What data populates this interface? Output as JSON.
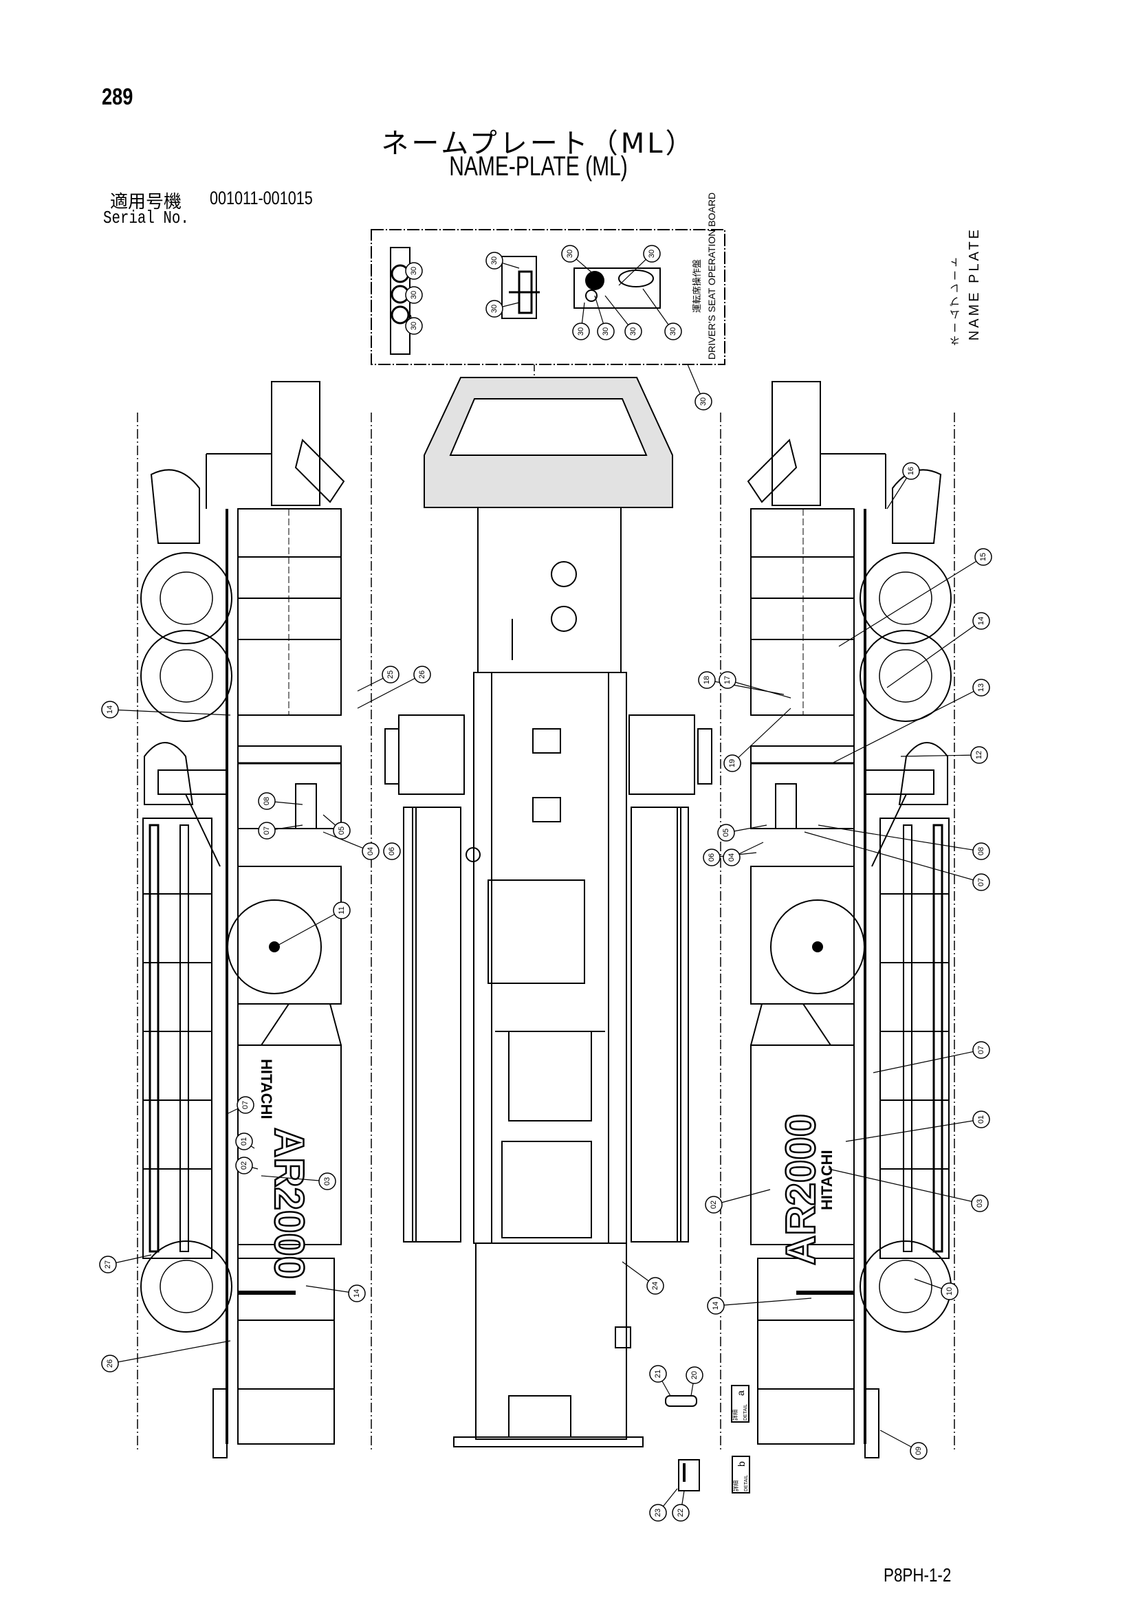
{
  "header": {
    "page_number": "289",
    "title_jp": "ネームプレート（ML）",
    "title_en": "NAME-PLATE (ML)",
    "serial_label_jp": "適用号機",
    "serial_range": "001011-001015",
    "serial_label_en": "Serial No."
  },
  "side_label": {
    "jp": "ネームプレート",
    "en": "NAME PLATE"
  },
  "detail_box": {
    "title_jp": "運転席操作盤",
    "title_en": "DRIVER'S SEAT OPERATION BOARD"
  },
  "logos": {
    "model": "AR2000",
    "brand": "HITACHI"
  },
  "details": [
    {
      "jp": "詳細",
      "en": "DETAIL",
      "letter": "a"
    },
    {
      "jp": "詳細",
      "en": "DETAIL",
      "letter": "b"
    }
  ],
  "callouts": [
    "30",
    "30",
    "30",
    "30",
    "30",
    "30",
    "30",
    "30",
    "30",
    "30",
    "30",
    "30",
    "25",
    "26",
    "14",
    "08",
    "07",
    "05",
    "04",
    "06",
    "11",
    "07",
    "01",
    "02",
    "03",
    "27",
    "14",
    "26",
    "24",
    "16",
    "15",
    "14",
    "13",
    "18",
    "17",
    "19",
    "12",
    "05",
    "06",
    "04",
    "08",
    "07",
    "07",
    "01",
    "03",
    "02",
    "14",
    "10",
    "09",
    "21",
    "20",
    "23",
    "22"
  ],
  "footer": {
    "code": "P8PH-1-2"
  }
}
